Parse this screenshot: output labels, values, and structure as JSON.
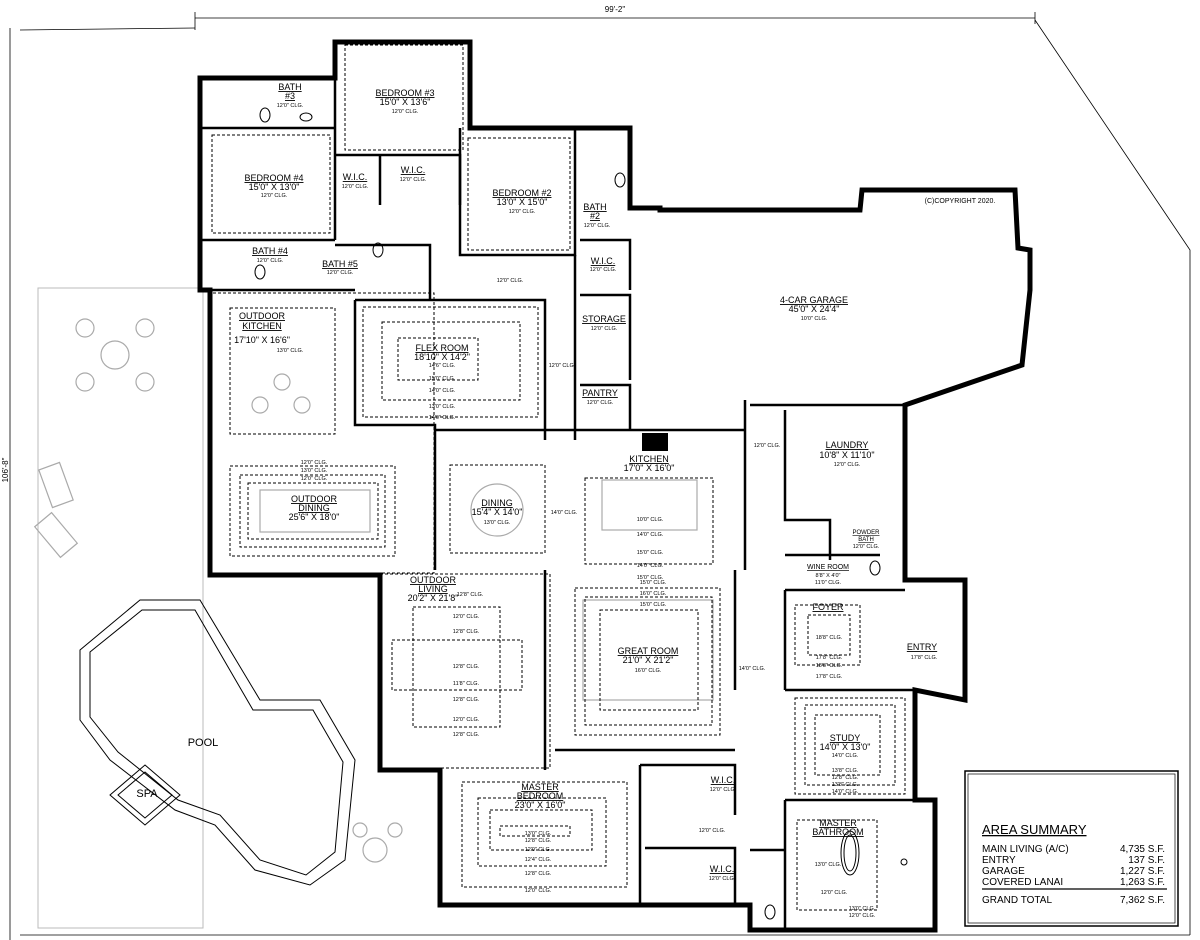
{
  "dimensions": {
    "width": "99'-2\"",
    "depth": "106'-8\""
  },
  "copyright": "(C)COPYRIGHT 2020.",
  "rooms": [
    {
      "name": "BATH",
      "sub": "#3",
      "clg": "12'0\" CLG."
    },
    {
      "name": "BEDROOM #3",
      "size": "15'0\" X 13'6\"",
      "clg": "12'0\" CLG."
    },
    {
      "name": "BEDROOM #4",
      "size": "15'0\" X 13'0\"",
      "clg": "12'0\" CLG."
    },
    {
      "name": "W.I.C.",
      "clg": "12'0\" CLG."
    },
    {
      "name": "W.I.C.",
      "clg": "12'0\" CLG."
    },
    {
      "name": "BEDROOM #2",
      "size": "13'0\" X 15'0\"",
      "clg": "12'0\" CLG."
    },
    {
      "name": "BATH",
      "sub": "#2",
      "clg": "12'0\" CLG."
    },
    {
      "name": "W.I.C.",
      "clg": "12'0\" CLG."
    },
    {
      "name": "BATH #4",
      "clg": "12'0\" CLG."
    },
    {
      "name": "BATH #5",
      "clg": "12'0\" CLG."
    },
    {
      "name": "STORAGE",
      "clg": "12'0\" CLG."
    },
    {
      "name": "PANTRY",
      "clg": "12'0\" CLG."
    },
    {
      "name": "4-CAR GARAGE",
      "size": "45'0\" X 24'4\"",
      "clg": "10'0\" CLG."
    },
    {
      "name": "OUTDOOR",
      "sub": "KITCHEN",
      "size": "17'10\" X 16'6\"",
      "clg": "13'0\" CLG."
    },
    {
      "name": "FLEX ROOM",
      "size": "18'10\" X 14'2\"",
      "clg": "14'6\" CLG.",
      "clgs": [
        "15'0\" CLG.",
        "14'0\" CLG.",
        "13'0\" CLG.",
        "14'0\" CLG."
      ]
    },
    {
      "name": "KITCHEN",
      "size": "17'0\" X 16'0\"",
      "clgs": [
        "10'0\" CLG.",
        "14'0\" CLG.",
        "15'0\" CLG.",
        "14'0\" CLG.",
        "15'0\" CLG."
      ]
    },
    {
      "name": "DINING",
      "size": "15'4\" X 14'0\"",
      "clg": "13'0\" CLG."
    },
    {
      "name": "OUTDOOR",
      "sub": "DINING",
      "size": "25'6\" X 18'0\"",
      "clgs": [
        "12'0\" CLG.",
        "13'0\" CLG.",
        "12'0\" CLG."
      ]
    },
    {
      "name": "LAUNDRY",
      "size": "10'8\" X 11'10\"",
      "clg": "12'0\" CLG."
    },
    {
      "name": "POWDER",
      "sub": "BATH",
      "clg": "12'0\" CLG."
    },
    {
      "name": "WINE ROOM",
      "size": "8'8\" X 4'0\"",
      "clg": "11'0\" CLG."
    },
    {
      "name": "FOYER",
      "clgs": [
        "18'8\" CLG.",
        "17'8\" CLG.",
        "18'8\" CLG.",
        "17'8\" CLG."
      ]
    },
    {
      "name": "ENTRY",
      "clg": "17'8\" CLG."
    },
    {
      "name": "OUTDOOR",
      "sub": "LIVING",
      "size": "20'2\" X 21'8\"",
      "clgs": [
        "12'8\" CLG.",
        "12'0\" CLG.",
        "12'8\" CLG.",
        "12'8\" CLG.",
        "11'8\" CLG.",
        "12'8\" CLG.",
        "12'0\" CLG.",
        "12'8\" CLG."
      ]
    },
    {
      "name": "GREAT ROOM",
      "size": "21'0\" X 21'2\"",
      "clg": "16'0\" CLG.",
      "clgs": [
        "15'0\" CLG.",
        "16'0\" CLG.",
        "15'0\" CLG."
      ]
    },
    {
      "name": "STUDY",
      "size": "14'0\" X 13'0\"",
      "clg": "14'0\" CLG.",
      "clgs": [
        "13'8\" CLG.",
        "12'8\" CLG.",
        "13'8\" CLG.",
        "14'0\" CLG."
      ]
    },
    {
      "name": "MASTER",
      "sub": "BEDROOM",
      "size": "23'0\" X 16'0\"",
      "clgs": [
        "13'0\" CLG.",
        "12'8\" CLG.",
        "12'0\" CLG.",
        "12'4\" CLG.",
        "12'8\" CLG.",
        "12'0\" CLG."
      ]
    },
    {
      "name": "W.I.C.",
      "clg": "12'0\" CLG."
    },
    {
      "name": "W.I.C.",
      "clg": "12'0\" CLG."
    },
    {
      "name": "MASTER",
      "sub": "BATHROOM",
      "clg": "13'0\" CLG.",
      "clgs": [
        "12'0\" CLG.",
        "13'0\" CLG.",
        "12'0\" CLG."
      ]
    },
    {
      "name": "POOL"
    },
    {
      "name": "SPA"
    }
  ],
  "halls": [
    "12'0\" CLG.",
    "12'0\" CLG.",
    "12'0\" CLG.",
    "14'0\" CLG.",
    "12'0\" CLG.",
    "14'0\" CLG."
  ],
  "area_summary": {
    "title": "AREA SUMMARY",
    "rows": [
      {
        "label": "MAIN LIVING (A/C)",
        "value": "4,735 S.F."
      },
      {
        "label": "ENTRY",
        "value": "137 S.F."
      },
      {
        "label": "GARAGE",
        "value": "1,227 S.F."
      },
      {
        "label": "COVERED LANAI",
        "value": "1,263 S.F."
      }
    ],
    "total": {
      "label": "GRAND TOTAL",
      "value": "7,362 S.F."
    }
  }
}
